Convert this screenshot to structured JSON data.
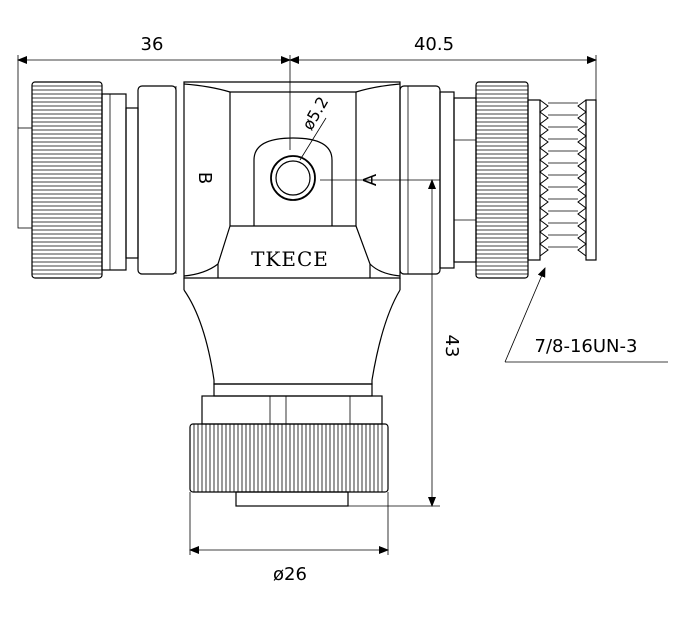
{
  "drawing": {
    "dimensions": {
      "left_length": "36",
      "right_length": "40.5",
      "height": "43",
      "diameter_bottom": "ø26",
      "hole_diameter": "ø5.2"
    },
    "thread_callout": "7/8-16UN-3",
    "brand": "TKECE",
    "port_labels": {
      "a": "A",
      "b": "B"
    }
  }
}
